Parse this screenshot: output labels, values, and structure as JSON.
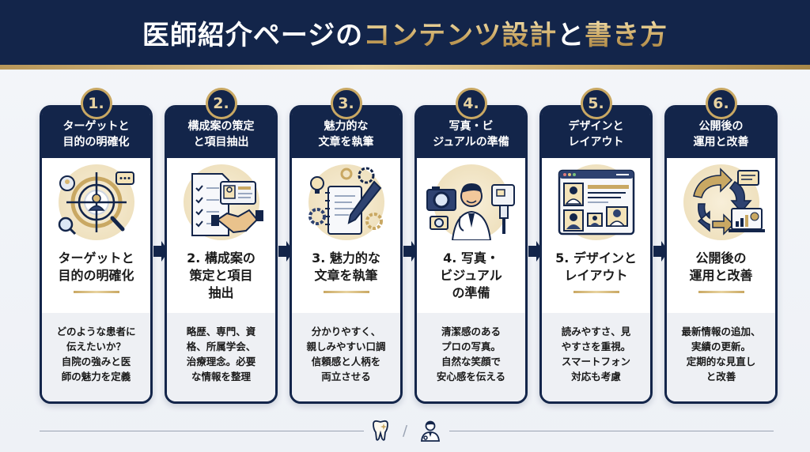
{
  "header": {
    "title_parts": [
      {
        "text": "医師紹介ページの",
        "style": "white"
      },
      {
        "text": "コンテンツ設計",
        "style": "gold"
      },
      {
        "text": "と",
        "style": "white"
      },
      {
        "text": "書き方",
        "style": "gold"
      }
    ]
  },
  "colors": {
    "navy": "#13254a",
    "gold": "#c9a863",
    "light_gold": "#e7d2a0",
    "background": "#f1f4f8",
    "desc_bg": "#eef0f4"
  },
  "steps": [
    {
      "number": "1.",
      "header": "ターゲットと\n目的の明確化",
      "icon": "target-user-icon",
      "name": "ターゲットと\n目的の明確化",
      "description": "どのような患者に\n伝えたいか？\n自院の強みと医\n師の魅力を定義"
    },
    {
      "number": "2.",
      "header": "構成案の策定\nと項目抽出",
      "icon": "checklist-handshake-icon",
      "name": "2. 構成案の\n策定と項目\n抽出",
      "description": "略歴、専門、資\n格、所属学会、\n治療理念。必要\nな情報を整理"
    },
    {
      "number": "3.",
      "header": "魅力的な\n文章を執筆",
      "icon": "notebook-pen-icon",
      "name": "3. 魅力的な\n文章を執筆",
      "description": "分かりやすく、\n親しみやすい口調\n信頼感と人柄を\n両立させる"
    },
    {
      "number": "4.",
      "header": "写真・ビ\nジュアルの準備",
      "icon": "doctor-camera-icon",
      "name": "4. 写真・\nビジュアル\nの準備",
      "description": "清潔感のある\nプロの写真。\n自然な笑顔で\n安心感を伝える"
    },
    {
      "number": "5.",
      "header": "デザインと\nレイアウト",
      "icon": "web-layout-icon",
      "name": "5. デザインと\nレイアウト",
      "description": "読みやすさ、見\nやすさを重視。\nスマートフォン\n対応も考慮"
    },
    {
      "number": "6.",
      "header": "公開後の\n運用と改善",
      "icon": "cycle-analytics-icon",
      "name": "公開後の\n運用と改善",
      "description": "最新情報の追加、\n実績の更新。\n定期的な見直し\nと改善"
    }
  ],
  "footer": {
    "icons": [
      "tooth-sparkle-icon",
      "doctor-icon"
    ],
    "separator": "/"
  }
}
